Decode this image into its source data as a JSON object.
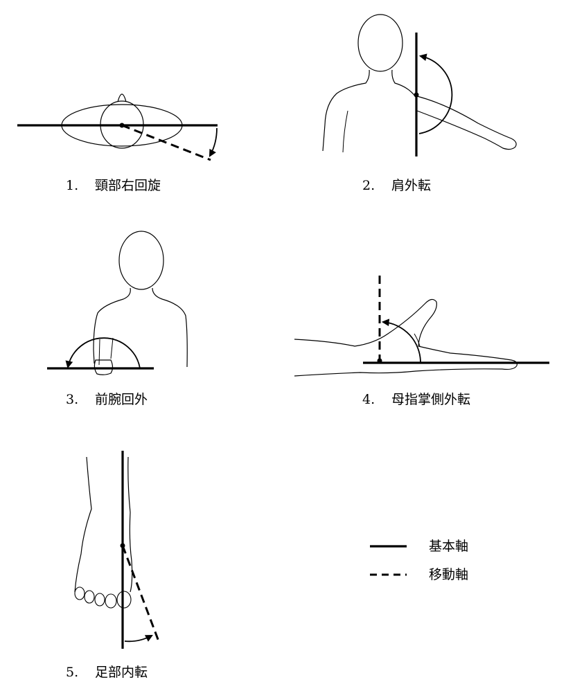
{
  "figures": [
    {
      "number": "1.",
      "label": "頸部右回旋"
    },
    {
      "number": "2.",
      "label": "肩外転"
    },
    {
      "number": "3.",
      "label": "前腕回外"
    },
    {
      "number": "4.",
      "label": "母指掌側外転"
    },
    {
      "number": "5.",
      "label": "足部内転"
    }
  ],
  "legend": {
    "basic_axis": "基本軸",
    "moving_axis": "移動軸"
  }
}
